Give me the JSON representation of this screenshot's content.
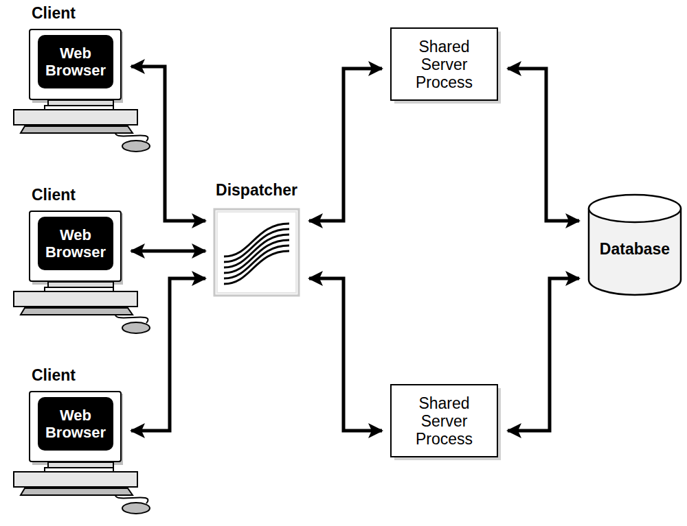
{
  "diagram": {
    "nodes": [
      {
        "text": [
          "Client",
          "Web Browser"
        ]
      },
      {
        "text": [
          "Client",
          "Web Browser"
        ]
      },
      {
        "text": [
          "Client",
          "Web Browser"
        ]
      },
      {
        "text": [
          "Dispatcher"
        ]
      },
      {
        "text": [
          "Shared Server Process"
        ]
      },
      {
        "text": [
          "Shared Server Process"
        ]
      },
      {
        "text": [
          "Database"
        ]
      }
    ],
    "edges": [
      {
        "from": 0,
        "to": 3,
        "arrow": "both"
      },
      {
        "from": 1,
        "to": 3,
        "arrow": "both"
      },
      {
        "from": 2,
        "to": 3,
        "arrow": "both"
      },
      {
        "from": 3,
        "to": 4,
        "arrow": "both"
      },
      {
        "from": 3,
        "to": 5,
        "arrow": "both"
      },
      {
        "from": 4,
        "to": 6,
        "arrow": "both"
      },
      {
        "from": 5,
        "to": 6,
        "arrow": "both"
      }
    ]
  }
}
